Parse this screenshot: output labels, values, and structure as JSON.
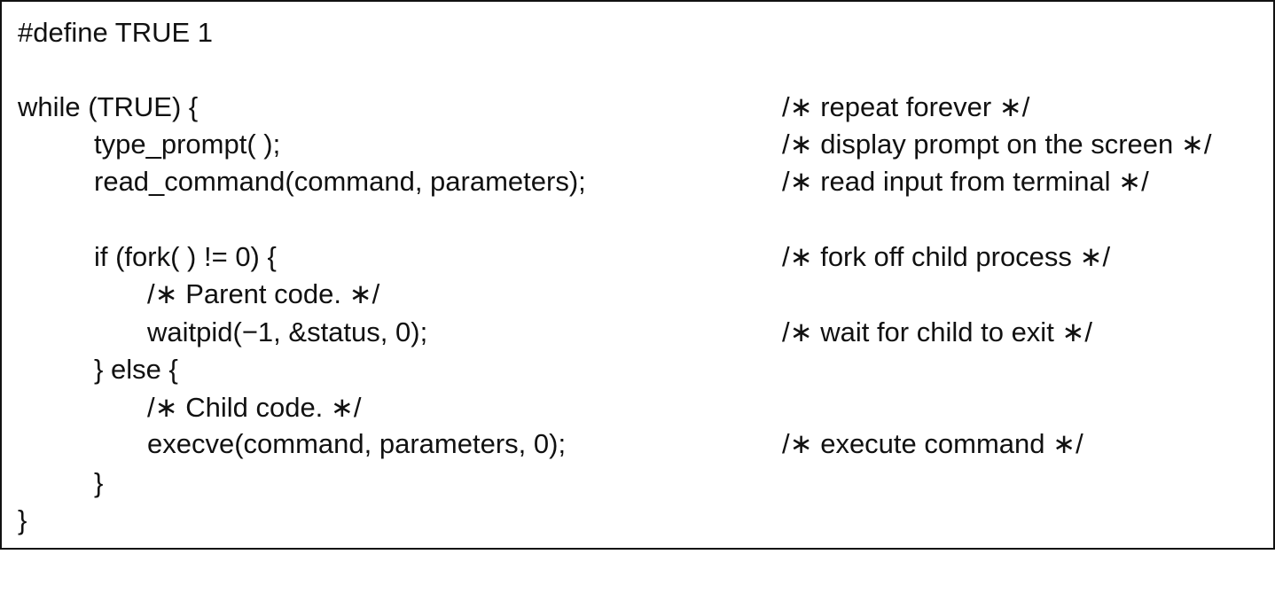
{
  "lines": [
    {
      "code": "#define TRUE 1",
      "comment": ""
    },
    {
      "code": "while (TRUE) {",
      "comment": "/∗ repeat forever ∗/"
    },
    {
      "code": "type_prompt( );",
      "comment": "/∗ display prompt on the screen ∗/"
    },
    {
      "code": "read_command(command, parameters);",
      "comment": "/∗ read input from terminal ∗/"
    },
    {
      "code": "if (fork( ) != 0) {",
      "comment": "/∗ fork off child process ∗/"
    },
    {
      "code": "/∗ Parent code. ∗/",
      "comment": ""
    },
    {
      "code": "waitpid(−1, &status, 0);",
      "comment": "/∗ wait for child to exit ∗/"
    },
    {
      "code": "} else {",
      "comment": ""
    },
    {
      "code": "/∗ Child code. ∗/",
      "comment": ""
    },
    {
      "code": "execve(command, parameters, 0);",
      "comment": "/∗ execute command ∗/"
    },
    {
      "code": "}",
      "comment": ""
    },
    {
      "code": "}",
      "comment": ""
    }
  ]
}
